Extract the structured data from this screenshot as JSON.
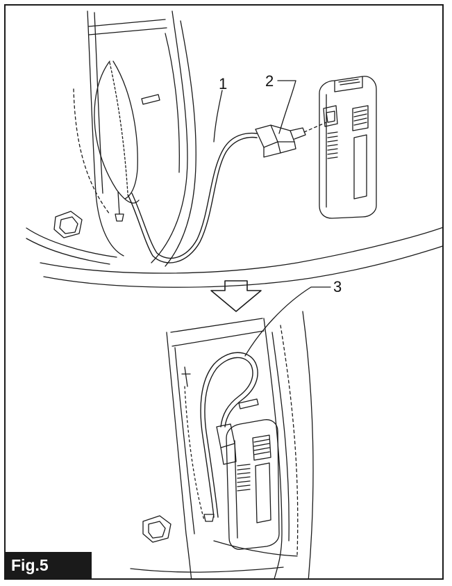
{
  "figure": {
    "label": "Fig.5"
  },
  "callouts": [
    {
      "id": "1",
      "text": "1"
    },
    {
      "id": "2",
      "text": "2"
    },
    {
      "id": "3",
      "text": "3"
    }
  ],
  "icons": {
    "step_arrow": "down-arrow-icon"
  },
  "colors": {
    "line": "#1a1a1a",
    "badge_bg": "#1a1a1a",
    "badge_text": "#ffffff"
  }
}
